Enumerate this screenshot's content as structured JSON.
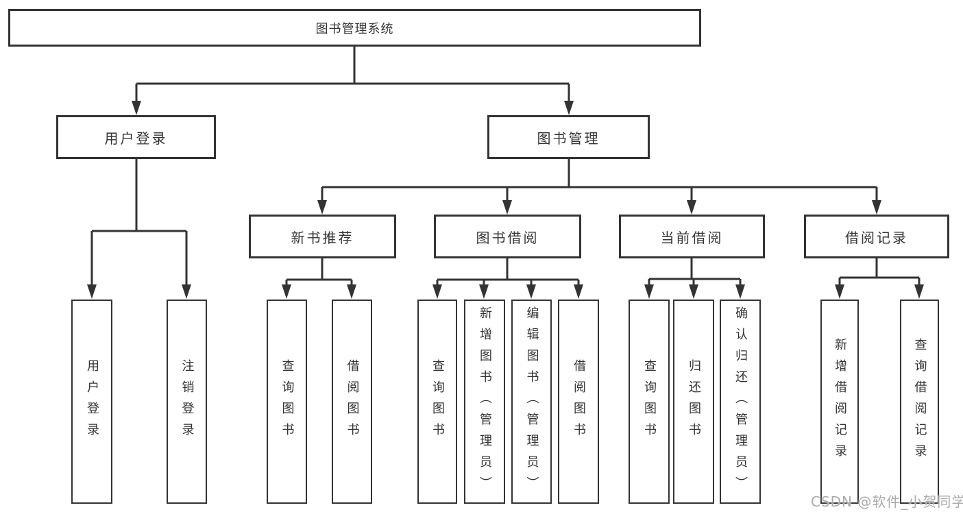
{
  "colors": {
    "line": "#333333",
    "box_border": "#333333",
    "box_fill": "#ffffff",
    "text": "#333333",
    "watermark": "#ababab"
  },
  "watermark": {
    "text": "CSDN @软件_小贺同学"
  },
  "tree": {
    "root": {
      "label": "图书管理系统"
    },
    "branches": [
      {
        "label": "用户登录",
        "children": [
          {
            "label": "用户登录"
          },
          {
            "label": "注销登录"
          }
        ]
      },
      {
        "label": "图书管理",
        "children": [
          {
            "label": "新书推荐",
            "children": [
              {
                "label": "查询图书"
              },
              {
                "label": "借阅图书"
              }
            ]
          },
          {
            "label": "图书借阅",
            "children": [
              {
                "label": "查询图书"
              },
              {
                "label": "新增图书（管理员）"
              },
              {
                "label": "编辑图书（管理员）"
              },
              {
                "label": "借阅图书"
              }
            ]
          },
          {
            "label": "当前借阅",
            "children": [
              {
                "label": "查询图书"
              },
              {
                "label": "归还图书"
              },
              {
                "label": "确认归还（管理员）"
              }
            ]
          },
          {
            "label": "借阅记录",
            "children": [
              {
                "label": "新增借阅记录"
              },
              {
                "label": "查询借阅记录"
              }
            ]
          }
        ]
      }
    ]
  }
}
